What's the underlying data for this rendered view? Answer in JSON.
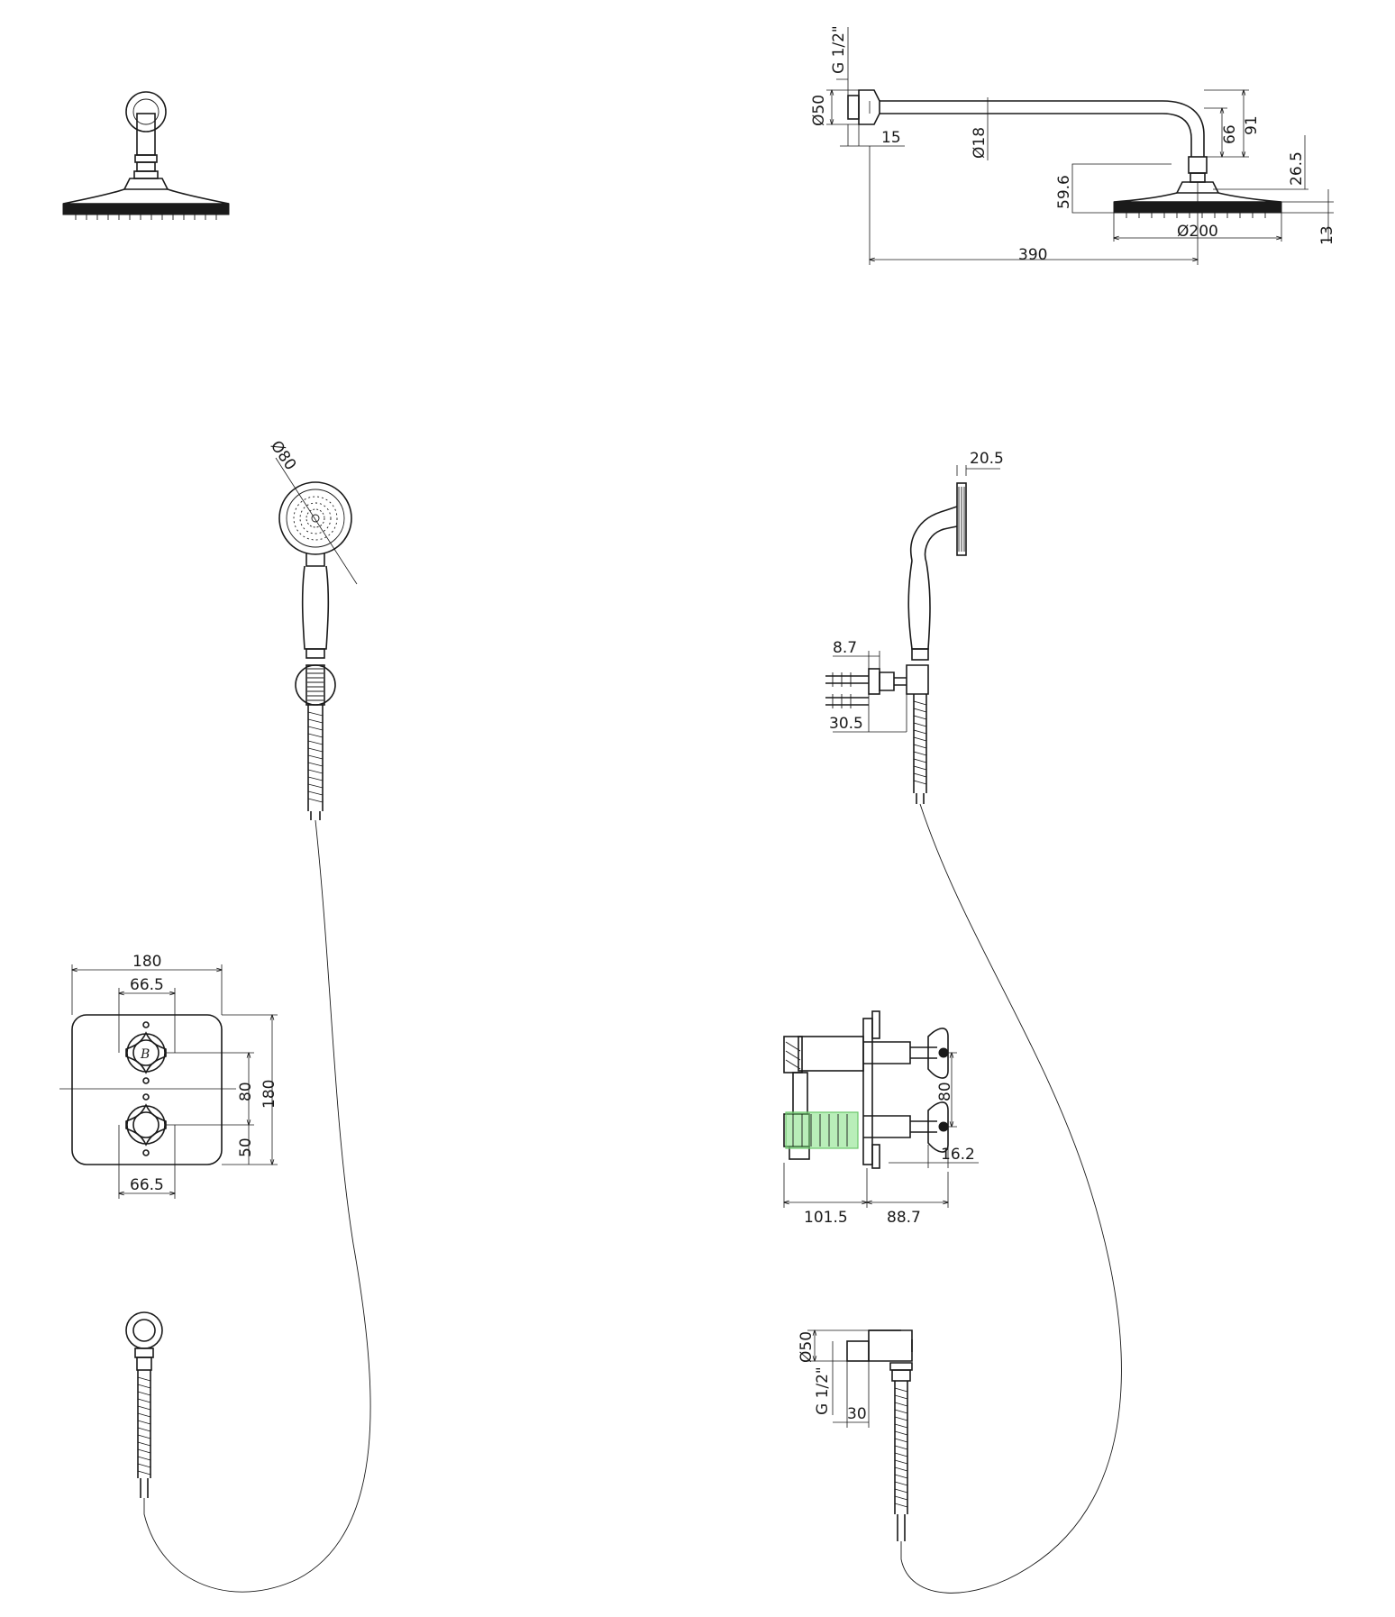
{
  "colors": {
    "line": "#1a1a1a",
    "highlight": "#7fe07f",
    "background": "#ffffff"
  },
  "shower_arm": {
    "thread": "G 1/2\"",
    "flange_diameter": "Ø50",
    "flange_depth": "15",
    "pipe_diameter": "Ø18",
    "drop_inner": "66",
    "drop_outer": "91",
    "head_offset": "59.6",
    "head_top": "26.5",
    "head_thickness": "13",
    "head_diameter": "Ø200",
    "projection": "390"
  },
  "hand_shower": {
    "head_diameter": "Ø80",
    "head_thickness": "20.5",
    "bracket_depth": "8.7",
    "bracket_projection": "30.5"
  },
  "valve_front": {
    "plate_width": "180",
    "spacing_top": "66.5",
    "spacing_bottom": "66.5",
    "handle_spacing": "80",
    "plate_height": "180",
    "lower_offset": "50"
  },
  "valve_side": {
    "handle_spacing": "80",
    "handle_offset": "16.2",
    "body_depth": "101.5",
    "handle_projection": "88.7"
  },
  "outlet_elbow": {
    "flange_diameter": "Ø50",
    "thread": "G 1/2\"",
    "depth": "30"
  }
}
